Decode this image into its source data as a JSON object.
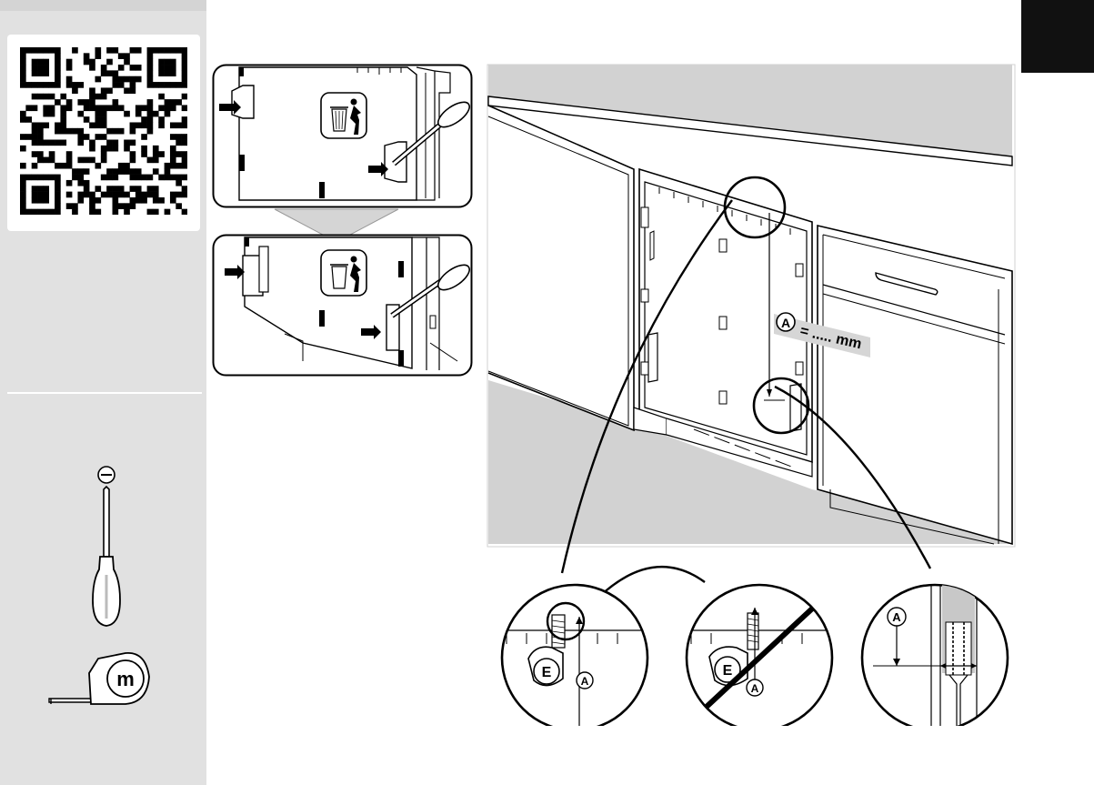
{
  "sidebar": {
    "qr_code_icon": "qr-code-icon",
    "tools": [
      {
        "name": "flathead-screwdriver",
        "icon": "screwdriver-icon"
      },
      {
        "name": "tape-measure",
        "icon": "tape-measure-icon",
        "label": "m"
      }
    ]
  },
  "colors": {
    "sidebar_bg": "#e1e1e1",
    "floor_gray": "#d2d2d2",
    "corner_tab": "#111111",
    "line": "#000000"
  },
  "main_diagram": {
    "measure_letter": "A",
    "measure_text": "= ..... mm"
  },
  "details": {
    "left_marker": "E",
    "left_letter": "A",
    "middle_marker": "E",
    "middle_letter": "A",
    "right_letter": "A"
  }
}
